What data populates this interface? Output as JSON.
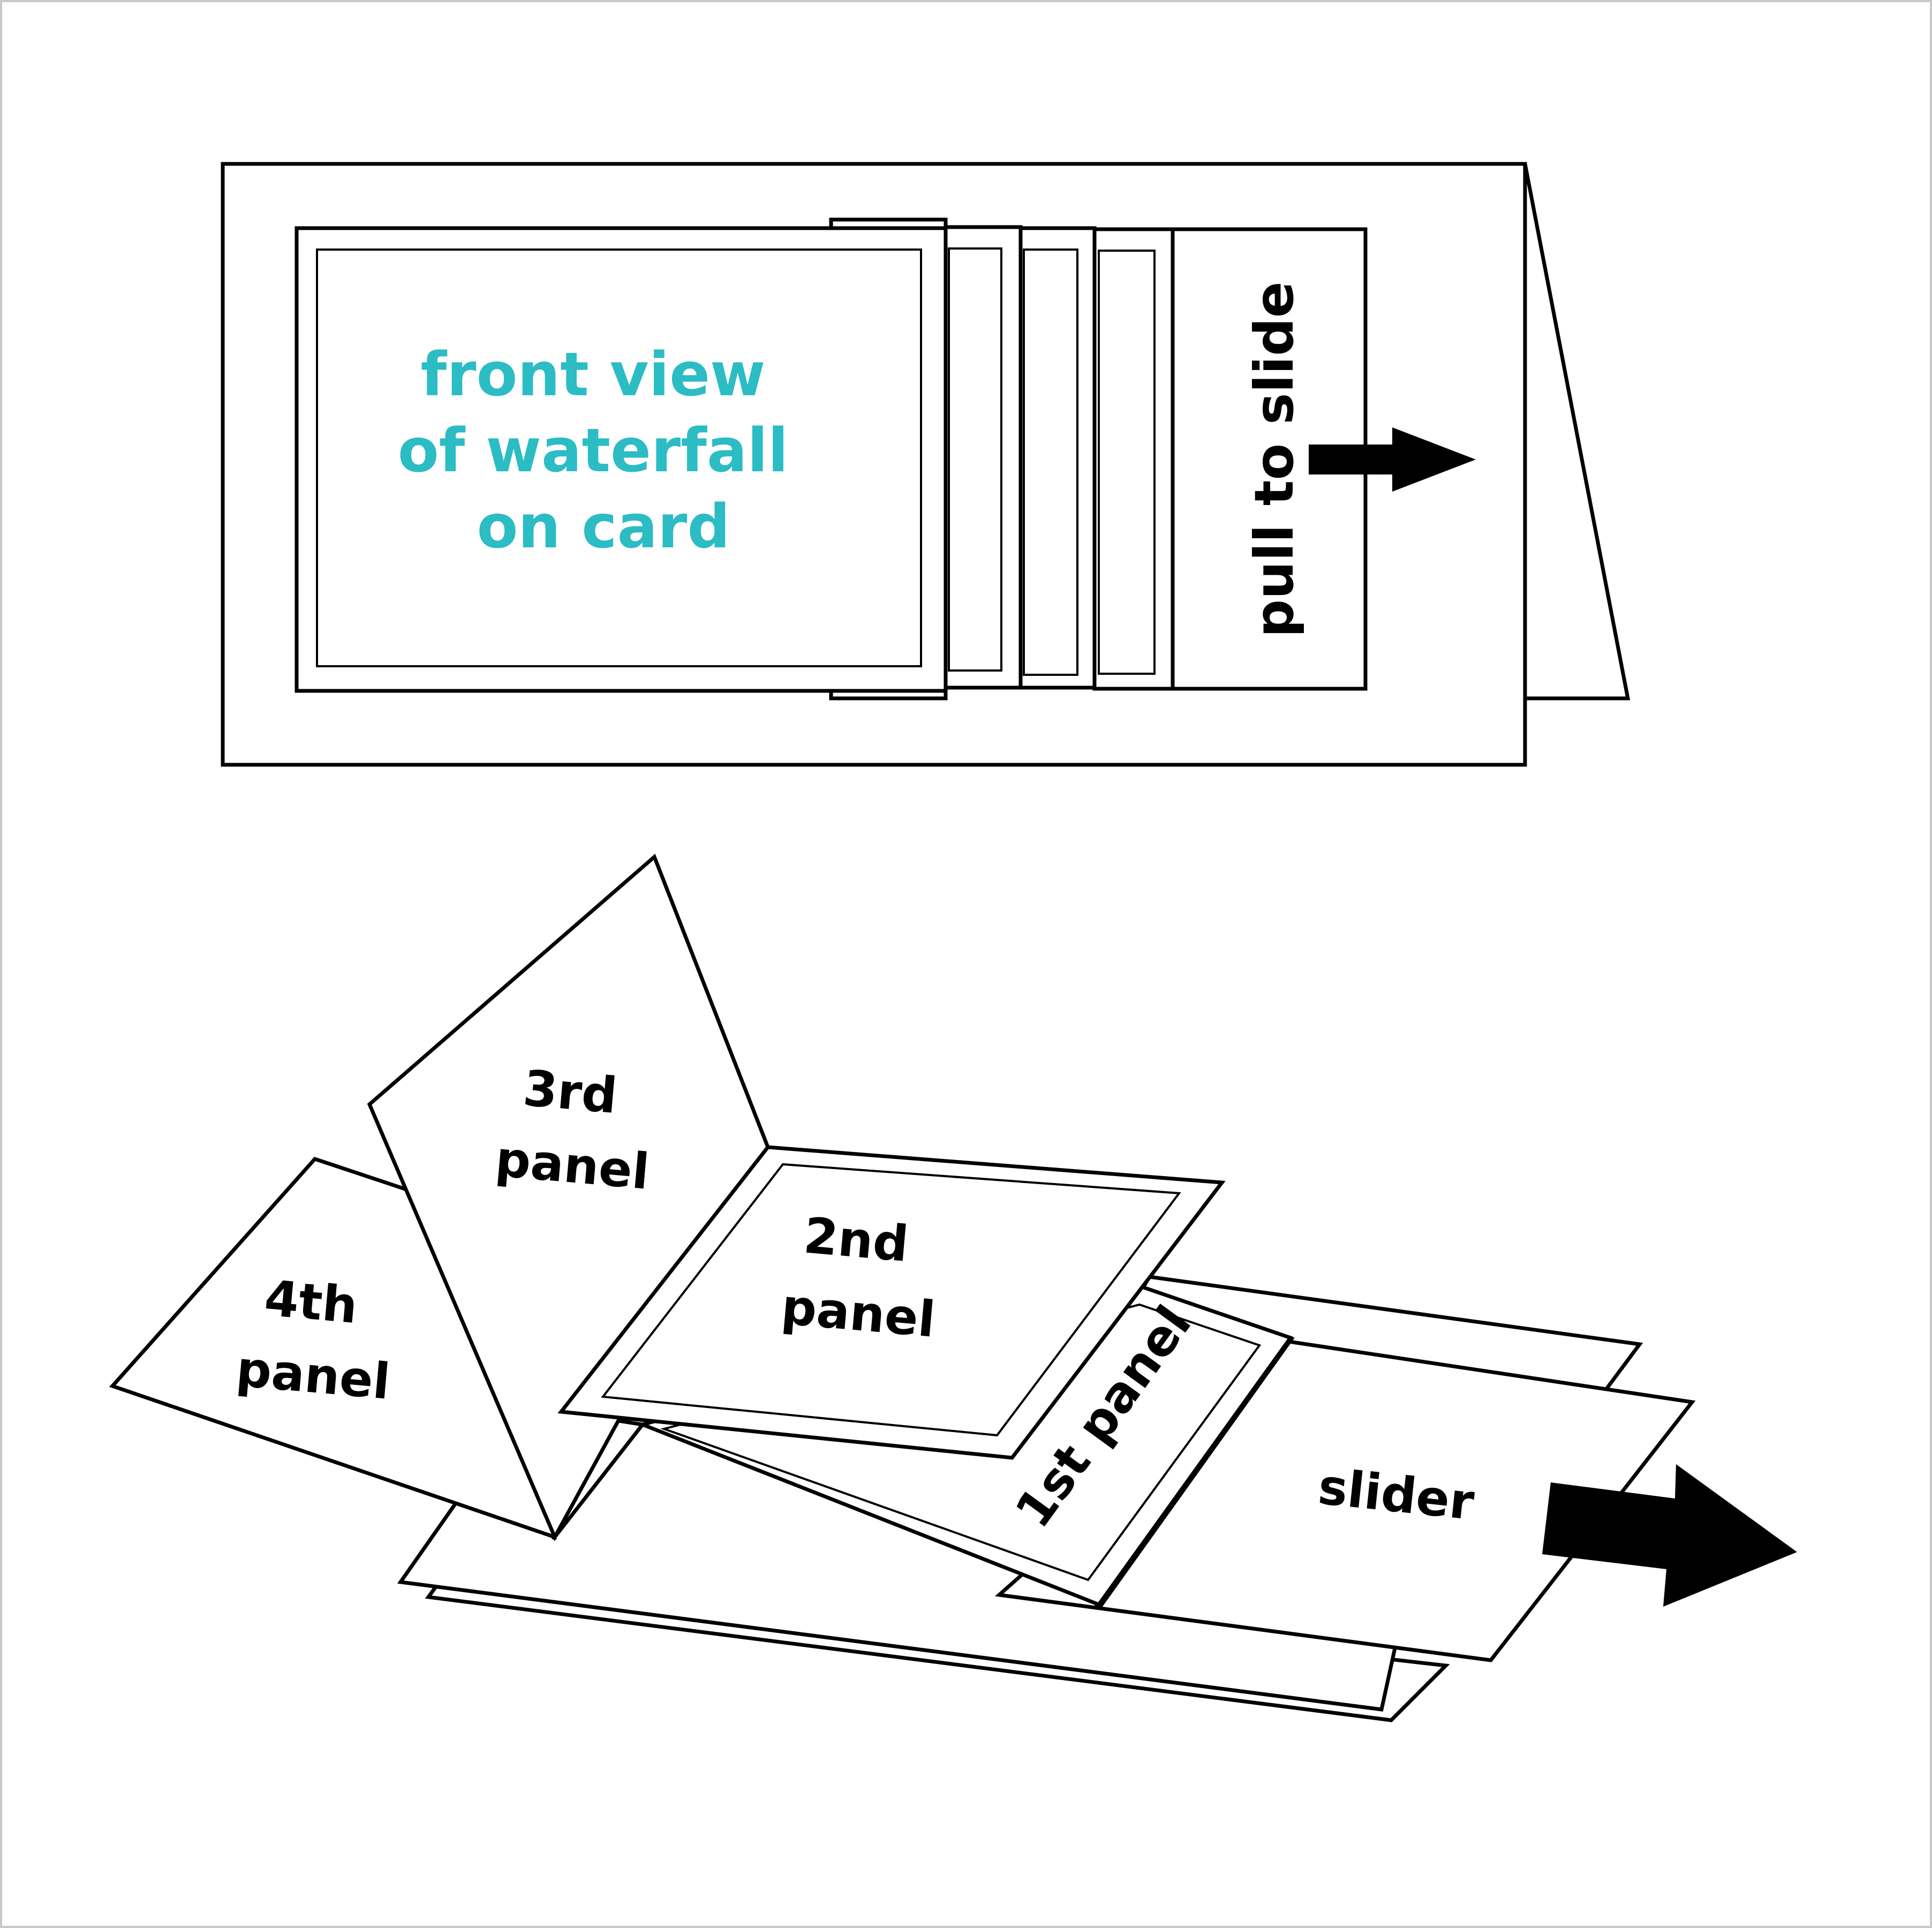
{
  "front_view": {
    "caption_lines": [
      "front view",
      "of waterfall",
      "on card"
    ],
    "pull_label": "pull to slide"
  },
  "exploded_view": {
    "panel_4_lines": [
      "4th",
      "panel"
    ],
    "panel_3_lines": [
      "3rd",
      "panel"
    ],
    "panel_2_lines": [
      "2nd",
      "panel"
    ],
    "panel_1_label": "1st panel",
    "slider_label": "slider"
  },
  "colors": {
    "caption": "#2bbcc4",
    "line": "#000000",
    "frame": "#c8c8c8"
  }
}
